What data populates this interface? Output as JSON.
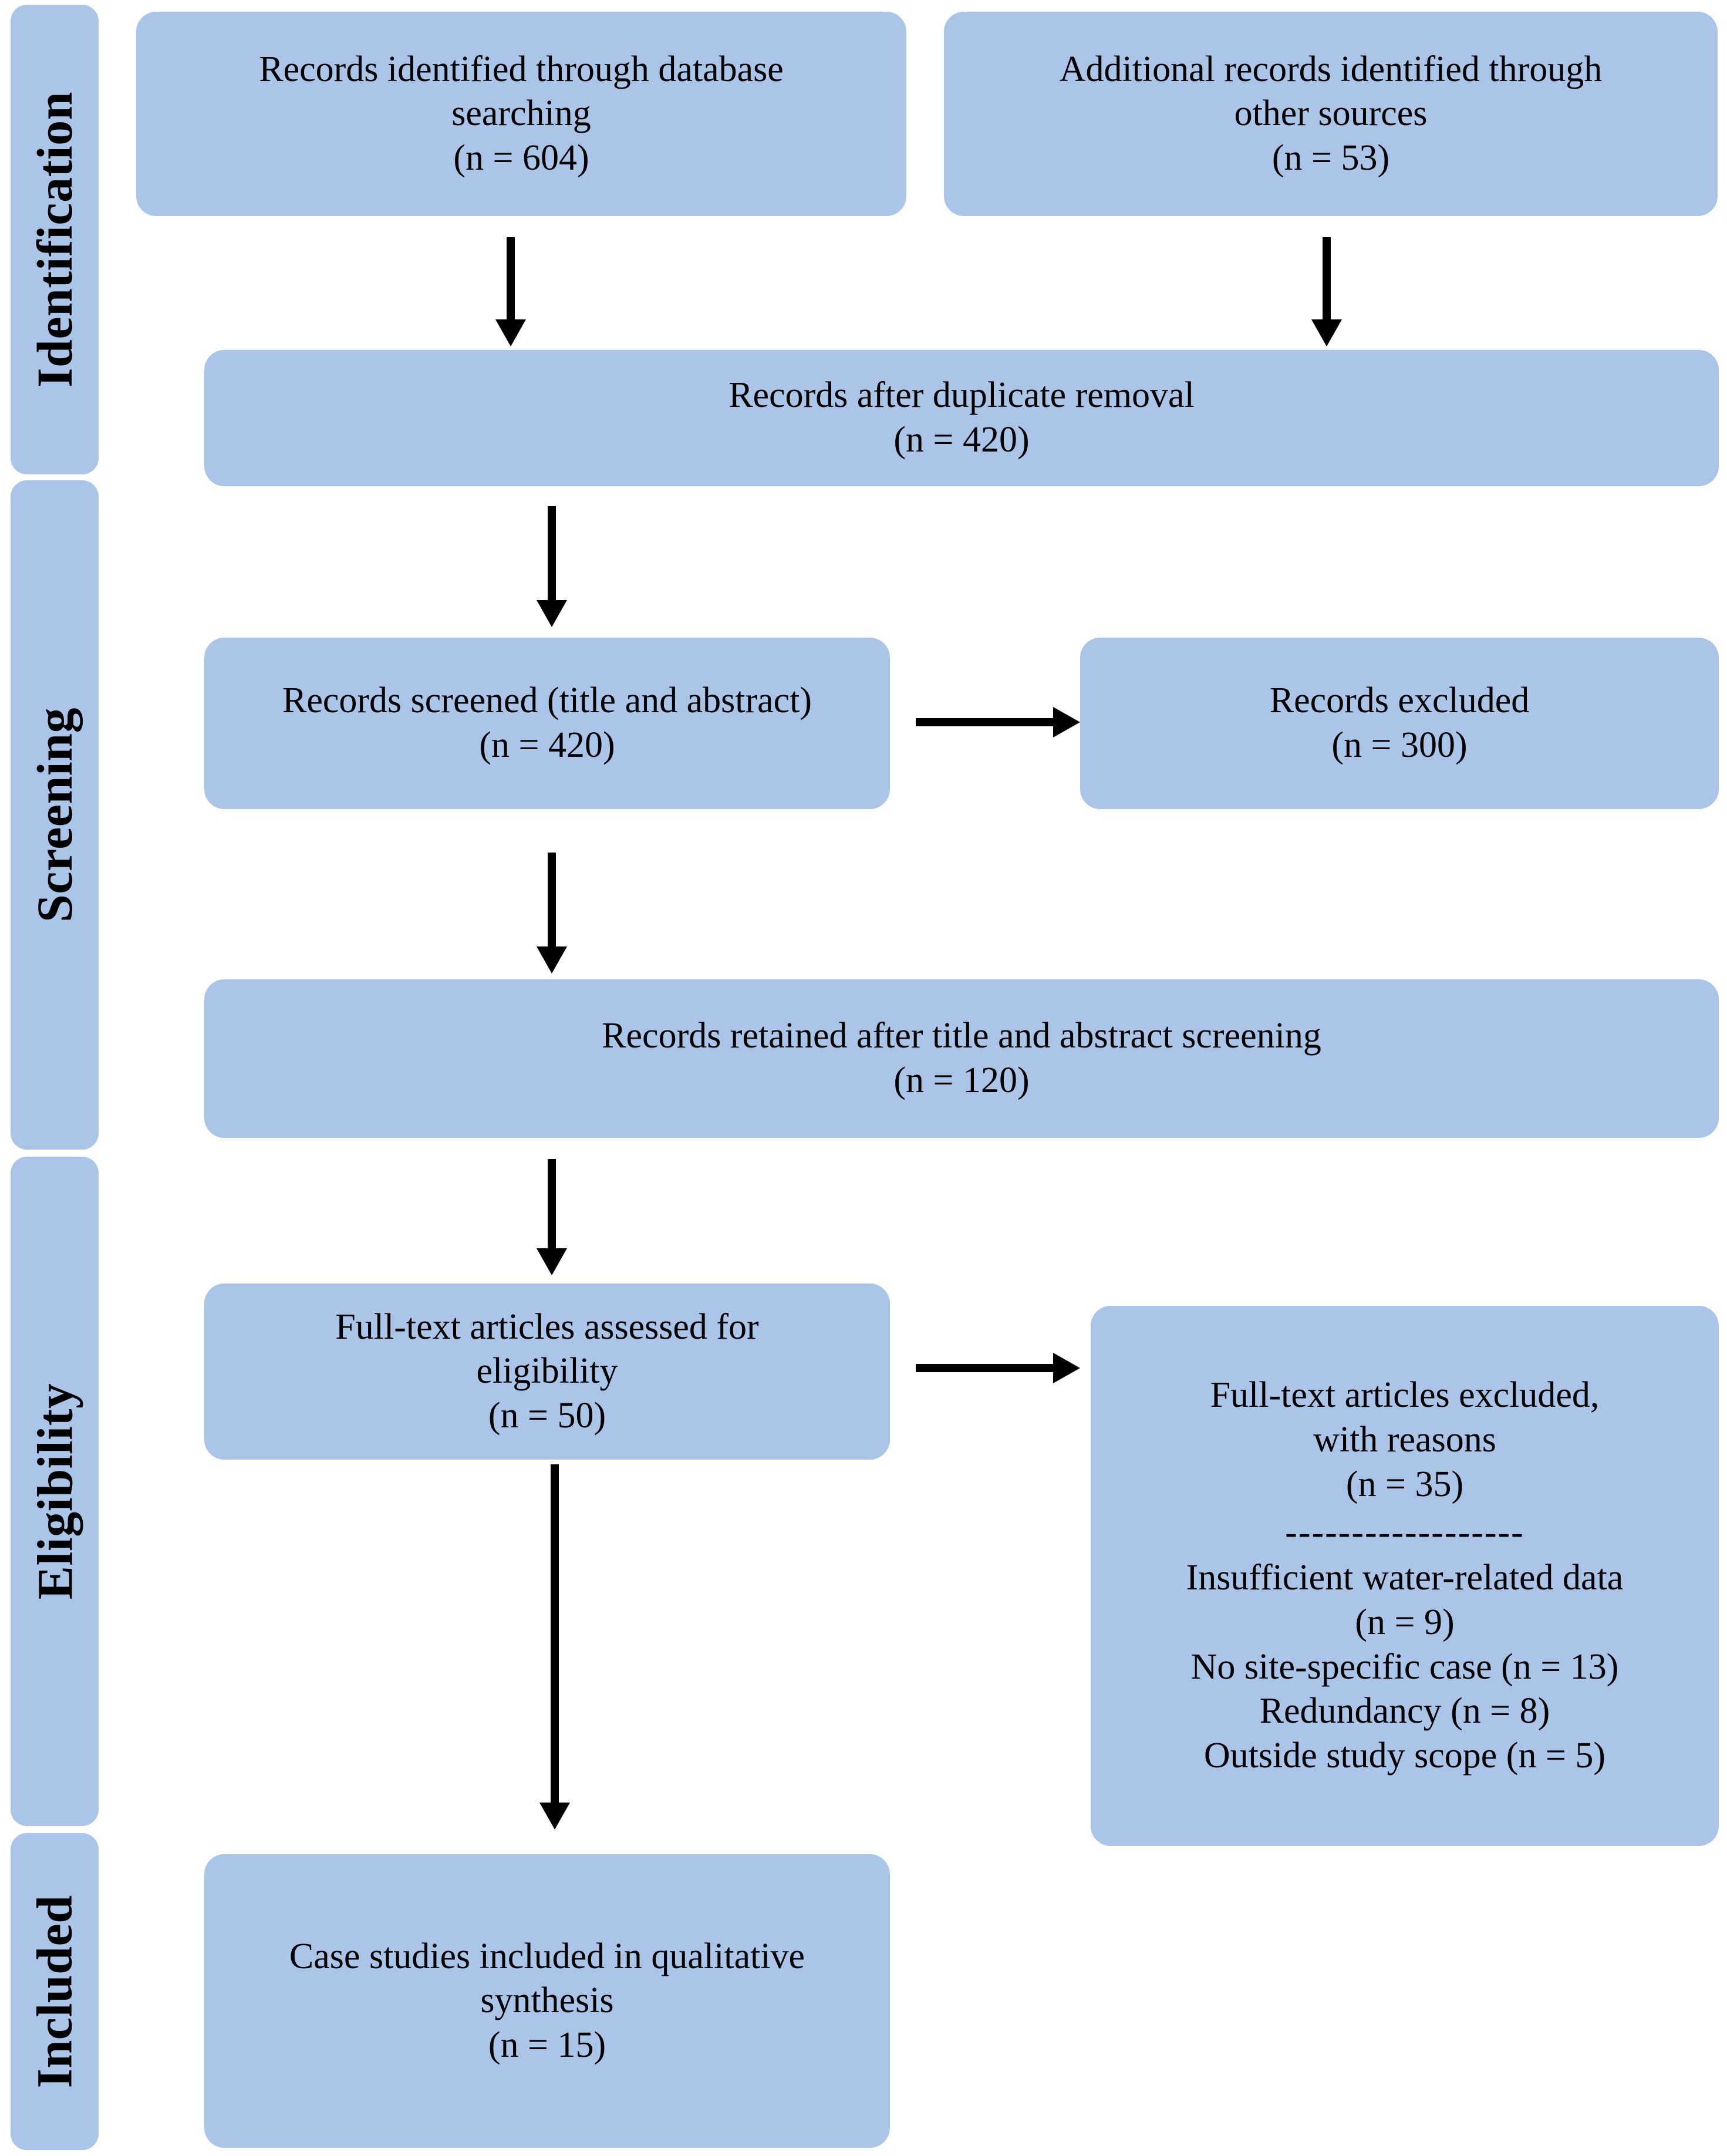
{
  "diagram": {
    "title": "PRISMA flow diagram",
    "accent_color": "#aac5e8",
    "text_color": "#000000",
    "background_color": "#ffffff",
    "arrow_color": "#000000"
  },
  "stages": [
    {
      "key": "identification",
      "label": "Identification"
    },
    {
      "key": "screening",
      "label": "Screening"
    },
    {
      "key": "eligibility",
      "label": "Eligibility"
    },
    {
      "key": "included",
      "label": "Included"
    }
  ],
  "boxes": {
    "records_identified": {
      "text": "Records identified through database\nsearching\n(n = 604)",
      "n": 604
    },
    "additional_records": {
      "text": "Additional records identified through\nother sources\n(n = 53)",
      "n": 53
    },
    "after_duplicates": {
      "text": "Records after duplicate removal\n(n = 420)",
      "n": 420
    },
    "records_screened": {
      "text": "Records screened (title and abstract)\n(n = 420)",
      "n": 420
    },
    "records_excluded": {
      "text": "Records excluded\n(n = 300)",
      "n": 300
    },
    "records_retained": {
      "text": "Records retained after title and abstract screening\n(n = 120)",
      "n": 120
    },
    "fulltext_assessed": {
      "text": "Full-text articles assessed for\neligibility\n(n = 50)",
      "n": 50
    },
    "fulltext_excluded": {
      "head": "Full-text articles excluded,\nwith reasons\n(n = 35)",
      "divider": "------------------",
      "reasons_text": "Insufficient water-related data\n(n = 9)\nNo site-specific case (n = 13)\nRedundancy (n = 8)\nOutside study scope (n = 5)",
      "n": 35,
      "reasons": [
        {
          "label": "Insufficient water-related data",
          "n": 9
        },
        {
          "label": "No site-specific case",
          "n": 13
        },
        {
          "label": "Redundancy",
          "n": 8
        },
        {
          "label": "Outside study scope",
          "n": 5
        }
      ]
    },
    "included_studies": {
      "text": "Case studies included in qualitative\nsynthesis\n(n = 15)",
      "n": 15
    }
  },
  "arrows": [
    {
      "key": "identified-to-duplicates",
      "direction": "down"
    },
    {
      "key": "additional-to-duplicates",
      "direction": "down"
    },
    {
      "key": "duplicates-to-screened",
      "direction": "down"
    },
    {
      "key": "screened-to-excluded",
      "direction": "right"
    },
    {
      "key": "screened-to-retained",
      "direction": "down"
    },
    {
      "key": "retained-to-fulltext",
      "direction": "down"
    },
    {
      "key": "fulltext-to-excluded",
      "direction": "right"
    },
    {
      "key": "fulltext-to-included",
      "direction": "down"
    }
  ]
}
